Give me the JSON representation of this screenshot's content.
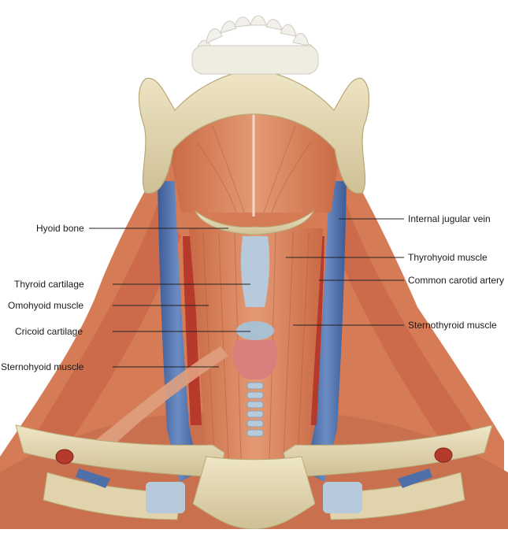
{
  "labels_left": {
    "hyoid_bone": "Hyoid bone",
    "thyroid_cartilage": "Thyroid cartilage",
    "omohyoid_muscle": "Omohyoid muscle",
    "cricoid_cartilage": "Cricoid cartilage",
    "sternohyoid_muscle": "Sternohyoid muscle"
  },
  "labels_right": {
    "internal_jugular_vein": "Internal jugular vein",
    "thyrohyoid_muscle": "Thyrohyoid muscle",
    "common_carotid_artery": "Common carotid artery",
    "sternothyroid_muscle": "Sternothyroid muscle"
  },
  "colors": {
    "muscle": "#d9865f",
    "muscle_dark": "#b85a3a",
    "bone": "#e8dcb8",
    "bone_shadow": "#c9b98d",
    "vein": "#4f6fa8",
    "artery": "#b63a2c",
    "cartilage": "#a9bfd2",
    "thyroid_gland": "#d9807e",
    "teeth": "#f2f0ea"
  }
}
